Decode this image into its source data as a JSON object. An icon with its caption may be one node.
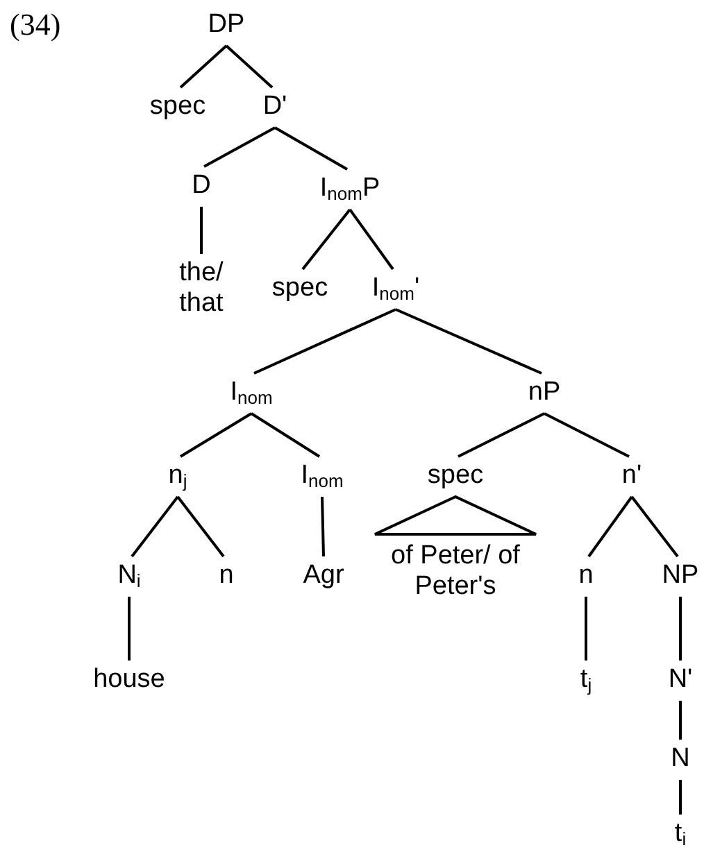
{
  "diagram": {
    "nodes": [
      {
        "text": [
          "DP"
        ]
      },
      {
        "text": [
          "spec"
        ]
      },
      {
        "text": [
          "D'"
        ]
      },
      {
        "text": [
          "D"
        ]
      },
      {
        "text": [
          "I$_{nom}$P"
        ]
      },
      {
        "text": [
          "the/ that"
        ]
      },
      {
        "text": [
          "spec"
        ]
      },
      {
        "text": [
          "I$_{nom}$'"
        ]
      },
      {
        "text": [
          "I$_{nom}$"
        ]
      },
      {
        "text": [
          "nP"
        ]
      },
      {
        "text": [
          "n$_{j}$"
        ]
      },
      {
        "text": [
          "I$_{nom}$"
        ]
      },
      {
        "text": [
          "spec"
        ]
      },
      {
        "text": [
          "n'"
        ]
      },
      {
        "text": [
          "N$_{i}$"
        ]
      },
      {
        "text": [
          "n"
        ]
      },
      {
        "text": [
          "Agr"
        ]
      },
      {
        "text": [
          "of Peter/ of Peter's"
        ]
      },
      {
        "text": [
          "n"
        ]
      },
      {
        "text": [
          "NP"
        ]
      },
      {
        "text": [
          "house"
        ]
      },
      {
        "text": [
          "t$_{j}$"
        ]
      },
      {
        "text": [
          "N'"
        ]
      },
      {
        "text": [
          "N"
        ]
      },
      {
        "text": [
          "t$_{i}$"
        ]
      }
    ],
    "edges": [
      {
        "from": 0,
        "to": 1,
        "arrow": "none"
      },
      {
        "from": 0,
        "to": 2,
        "arrow": "none"
      },
      {
        "from": 2,
        "to": 3,
        "arrow": "none"
      },
      {
        "from": 2,
        "to": 4,
        "arrow": "none"
      },
      {
        "from": 3,
        "to": 5,
        "arrow": "none"
      },
      {
        "from": 4,
        "to": 6,
        "arrow": "none"
      },
      {
        "from": 4,
        "to": 7,
        "arrow": "none"
      },
      {
        "from": 7,
        "to": 8,
        "arrow": "none"
      },
      {
        "from": 7,
        "to": 9,
        "arrow": "none"
      },
      {
        "from": 8,
        "to": 10,
        "arrow": "none"
      },
      {
        "from": 8,
        "to": 11,
        "arrow": "none"
      },
      {
        "from": 9,
        "to": 12,
        "arrow": "none"
      },
      {
        "from": 9,
        "to": 13,
        "arrow": "none"
      },
      {
        "from": 10,
        "to": 14,
        "arrow": "none"
      },
      {
        "from": 10,
        "to": 15,
        "arrow": "none"
      },
      {
        "from": 11,
        "to": 16,
        "arrow": "none"
      },
      {
        "from": 12,
        "to": 17,
        "arrow": "none"
      },
      {
        "from": 13,
        "to": 18,
        "arrow": "none"
      },
      {
        "from": 13,
        "to": 19,
        "arrow": "none"
      },
      {
        "from": 14,
        "to": 20,
        "arrow": "none"
      },
      {
        "from": 18,
        "to": 21,
        "arrow": "none"
      },
      {
        "from": 19,
        "to": 22,
        "arrow": "none"
      },
      {
        "from": 22,
        "to": 23,
        "arrow": "none"
      },
      {
        "from": 23,
        "to": 24,
        "arrow": "none"
      }
    ],
    "labels": [
      "(34)"
    ]
  }
}
